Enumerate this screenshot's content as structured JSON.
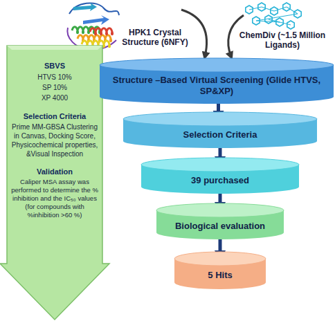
{
  "diagram": {
    "nodes": [
      {
        "text": [
          "SBVS",
          "HTVS 10%",
          "SP 10%",
          "XP 4000",
          "Selection Criteria",
          "Prime MM-GBSA Clustering in Canvas, Docking Score, Physicochemical properties, &Visual Inspection",
          "Validation",
          "Caliper MSA assay was performed to determine the % inhibition and the IC₅₀ values (for compounds with %inhibition >60 %)"
        ]
      },
      {
        "text": [
          "Structure –Based Virtual Screening (Glide HTVS, SP&XP)"
        ]
      },
      {
        "text": [
          "Selection Criteria"
        ]
      },
      {
        "text": [
          "39 purchased"
        ]
      },
      {
        "text": [
          "Biological evaluation"
        ]
      },
      {
        "text": [
          "5 Hits"
        ]
      }
    ],
    "edges": [
      {
        "from": 1,
        "to": 2,
        "arrow": "to"
      },
      {
        "from": 2,
        "to": 3,
        "arrow": "to"
      },
      {
        "from": 3,
        "to": 4,
        "arrow": "to"
      },
      {
        "from": 4,
        "to": 5,
        "arrow": "to"
      }
    ],
    "labels": [
      "HPK1 Crystal Structure (6NFY)",
      "ChemDiv (~1.5 Million Ligands)"
    ]
  }
}
